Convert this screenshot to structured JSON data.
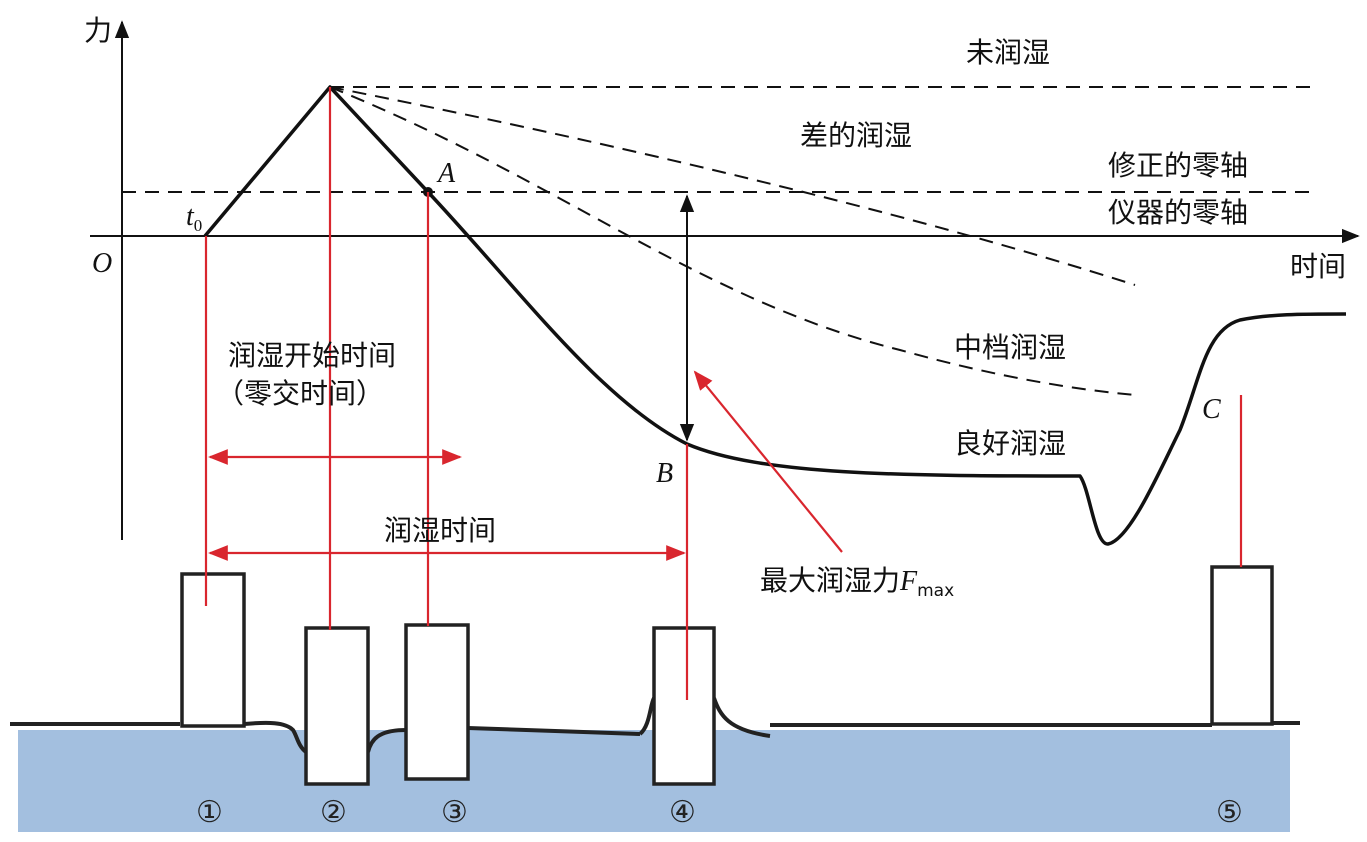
{
  "axes": {
    "y_label": "力",
    "x_label": "时间",
    "origin": "O"
  },
  "curves": {
    "not_wetted": "未润湿",
    "poor_wetting": "差的润湿",
    "corrected_zero": "修正的零轴",
    "instrument_zero": "仪器的零轴",
    "medium_wetting": "中档润湿",
    "good_wetting": "良好润湿"
  },
  "points": {
    "t0_main": "t",
    "t0_sub": "0",
    "a": "A",
    "b": "B",
    "c": "C"
  },
  "annotations": {
    "wetting_start_line1": "润湿开始时间",
    "wetting_start_line2": "（零交时间）",
    "wetting_time": "润湿时间",
    "max_force_prefix": "最大润湿力",
    "max_force_symbol": "F",
    "max_force_sub": "max"
  },
  "stages": [
    "①",
    "②",
    "③",
    "④",
    "⑤"
  ],
  "colors": {
    "red": "#d9262e",
    "bath": "#a3bfdf",
    "ink": "#111111"
  }
}
